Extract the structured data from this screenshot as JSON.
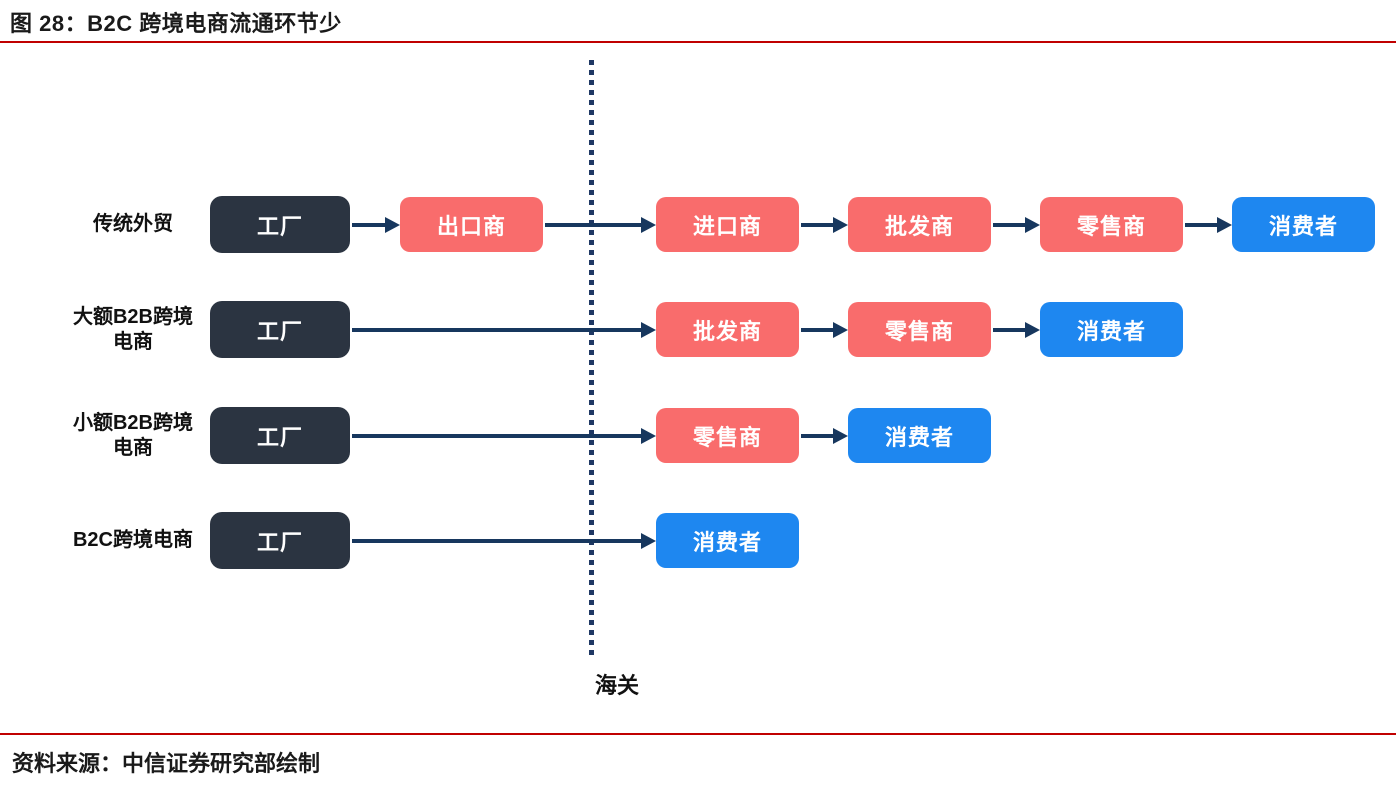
{
  "figure": {
    "title": "图 28：B2C 跨境电商流通环节少",
    "source": "资料来源：中信证券研究部绘制"
  },
  "customs": {
    "label": "海关"
  },
  "colors": {
    "factory_box": "#2b3441",
    "middleman_box": "#f96c6c",
    "consumer_box": "#1e87f0",
    "arrow": "#17375e",
    "customs_dotted_line": "#1f3864",
    "rule_red": "#c00000"
  },
  "rows": [
    {
      "label_line1": "传统外贸",
      "label_line2": "",
      "nodes": [
        {
          "text": "工厂"
        },
        {
          "text": "出口商"
        },
        {
          "text": "进口商"
        },
        {
          "text": "批发商"
        },
        {
          "text": "零售商"
        },
        {
          "text": "消费者"
        }
      ]
    },
    {
      "label_line1": "大额B2B跨境",
      "label_line2": "电商",
      "nodes": [
        {
          "text": "工厂"
        },
        {
          "text": "批发商"
        },
        {
          "text": "零售商"
        },
        {
          "text": "消费者"
        }
      ]
    },
    {
      "label_line1": "小额B2B跨境",
      "label_line2": "电商",
      "nodes": [
        {
          "text": "工厂"
        },
        {
          "text": "零售商"
        },
        {
          "text": "消费者"
        }
      ]
    },
    {
      "label_line1": "B2C跨境电商",
      "label_line2": "",
      "nodes": [
        {
          "text": "工厂"
        },
        {
          "text": "消费者"
        }
      ]
    }
  ]
}
